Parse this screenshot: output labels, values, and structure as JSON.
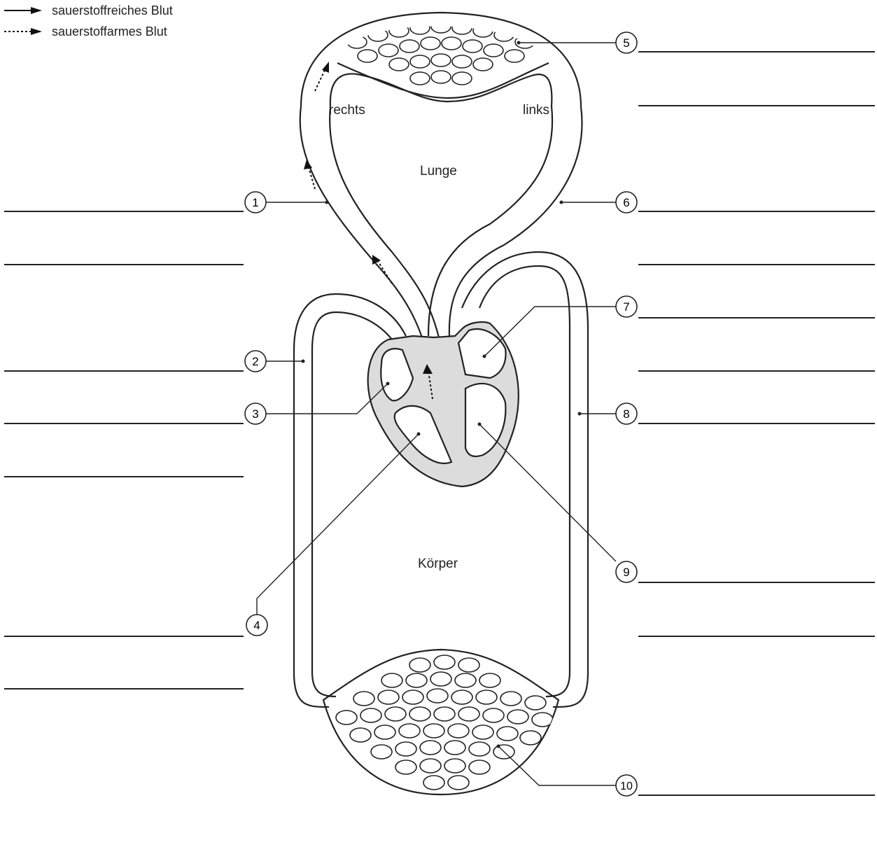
{
  "legend": [
    {
      "label": "sauerstoffreiches Blut",
      "style": "solid"
    },
    {
      "label": "sauerstoffarmes Blut",
      "style": "dashed"
    }
  ],
  "regions": {
    "right_side": "rechts",
    "left_side": "links",
    "lung": "Lunge",
    "body": "Körper"
  },
  "callouts": [
    "1",
    "2",
    "3",
    "4",
    "5",
    "6",
    "7",
    "8",
    "9",
    "10"
  ],
  "colors": {
    "ink": "#222222",
    "heart_wall": "#dcdcdc",
    "background": "#ffffff"
  }
}
